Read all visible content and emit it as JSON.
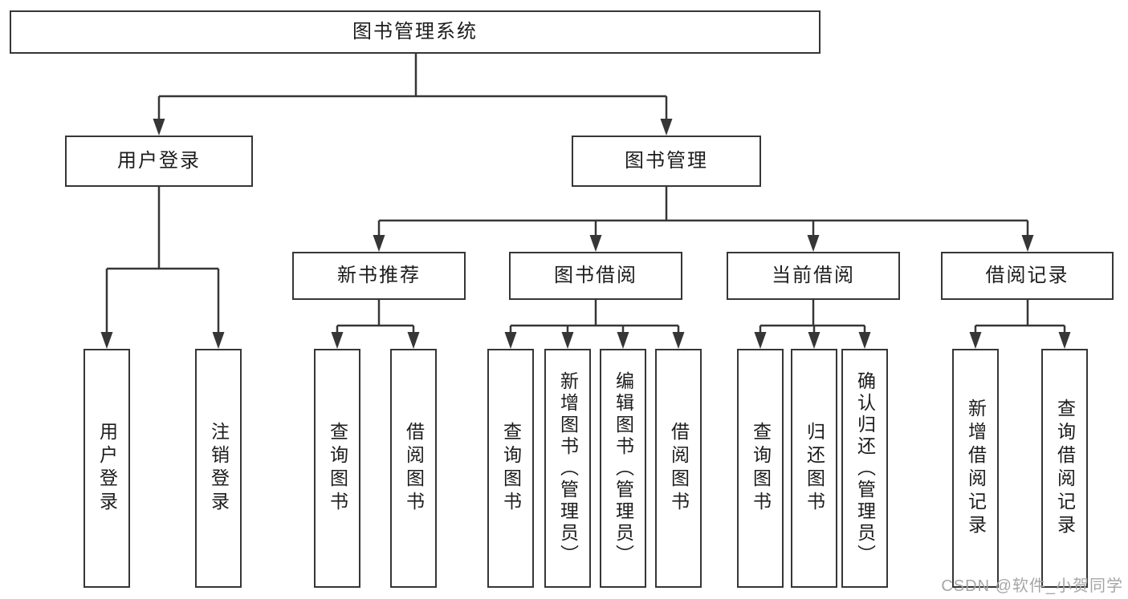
{
  "diagram": {
    "type": "hierarchy-tree",
    "tree": {
      "label": "图书管理系统",
      "children": [
        {
          "label": "用户登录",
          "children": [
            {
              "label": "用户登录"
            },
            {
              "label": "注销登录"
            }
          ]
        },
        {
          "label": "图书管理",
          "children": [
            {
              "label": "新书推荐",
              "children": [
                {
                  "label": "查询图书"
                },
                {
                  "label": "借阅图书"
                }
              ]
            },
            {
              "label": "图书借阅",
              "children": [
                {
                  "label": "查询图书"
                },
                {
                  "label": "新增图书（管理员）"
                },
                {
                  "label": "编辑图书（管理员）"
                },
                {
                  "label": "借阅图书"
                }
              ]
            },
            {
              "label": "当前借阅",
              "children": [
                {
                  "label": "查询图书"
                },
                {
                  "label": "归还图书"
                },
                {
                  "label": "确认归还（管理员）"
                }
              ]
            },
            {
              "label": "借阅记录",
              "children": [
                {
                  "label": "新增借阅记录"
                },
                {
                  "label": "查询借阅记录"
                }
              ]
            }
          ]
        }
      ]
    },
    "colors": {
      "line": "#363636",
      "box_border": "#363636",
      "box_background": "#ffffff",
      "text": "#1c1c1c",
      "watermark": "#a6a6a6"
    }
  },
  "watermark": {
    "text": "CSDN @软件_小贺同学"
  }
}
